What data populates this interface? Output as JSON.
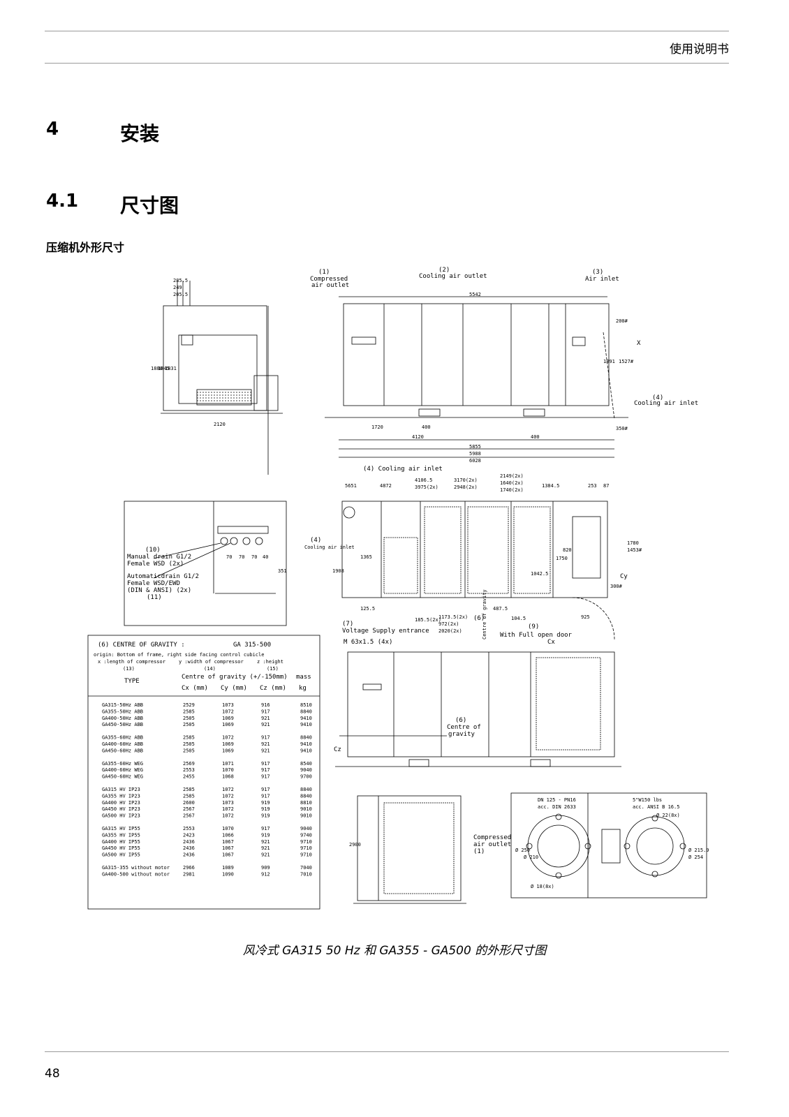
{
  "header": {
    "doc_title": "使用说明书"
  },
  "section": {
    "number": "4",
    "title": "安装"
  },
  "subsection": {
    "number": "4.1",
    "title": "尺寸图"
  },
  "subheading": "压缩机外形尺寸",
  "drawing": {
    "labels": {
      "compressed_air_outlet": [
        "(1)",
        "Compressed",
        "air outlet"
      ],
      "cooling_air_outlet": [
        "(2)",
        "Cooling air outlet"
      ],
      "air_inlet": [
        "(3)",
        "Air inlet"
      ],
      "cooling_air_inlet_side": [
        "(4)",
        "Cooling air inlet"
      ],
      "cooling_air_inlet_bottom": "(4) Cooling air inlet",
      "cooling_air_inlet_left": [
        "(4)",
        "Cooling air inlet"
      ],
      "voltage_supply": [
        "(7)",
        "Voltage Supply entrance"
      ],
      "cable_gland": "M 63x1.5  (4x)",
      "centre_gravity_top": [
        "(6)",
        "Centre of gravity"
      ],
      "centre_gravity_front": [
        "(6)",
        "Centre of",
        "gravity"
      ],
      "full_open_door": [
        "(9)",
        "With Full open door"
      ],
      "x_axis": "X",
      "manual_drain": [
        "(10)",
        "Manual drain G1/2",
        "Female   WSD  (2x)"
      ],
      "auto_drain": [
        "Automaticdrain G1/2",
        "Female    WSD/EWD",
        "(DIN & ANSI)  (2x)",
        "(11)"
      ],
      "flange_din": [
        "DN 125 - PN16",
        "acc. DIN 2633"
      ],
      "flange_ansi": [
        "5\"W150 lbs",
        "acc. ANSI B 16.5"
      ],
      "flange_outlet": [
        "Compressed",
        "air outlet",
        "(1)"
      ]
    },
    "dims_top": [
      "285.5",
      "249",
      "205.5",
      "1880",
      "1845",
      "1831",
      "2120"
    ],
    "dims_side": [
      "5542",
      "1720",
      "400",
      "4120",
      "400",
      "5855",
      "5988",
      "6028",
      "200#",
      "1891",
      "1527#",
      "350#"
    ],
    "dims_plan": [
      "5651",
      "4872",
      "4106.5",
      "3975(2x)",
      "3170(2x)",
      "2948(2x)",
      "2149(2x)",
      "1640(2x)",
      "1740(2x)",
      "1384.5",
      "253",
      "87",
      "1780",
      "1453#",
      "1908",
      "1365",
      "1750",
      "820",
      "1042.5",
      "300#",
      "125.5",
      "185.5(2x)",
      "1173.5(2x)",
      "972(2x)",
      "2020(2x)",
      "487.5",
      "104.5",
      "925",
      "351",
      "70",
      "70",
      "70",
      "40"
    ],
    "dims_flange": [
      "Ø 250",
      "Ø 210",
      "Ø 18(8x)",
      "Ø 22(8x)",
      "Ø 215.9",
      "Ø 254"
    ],
    "dims_misc": [
      "2900"
    ],
    "axes": {
      "cx": "Cx",
      "cy": "Cy",
      "cz": "Cz"
    }
  },
  "cog_table": {
    "title": "(6) CENTRE OF GRAVITY :",
    "model": "GA 315-500",
    "origin_note": "origin: Bottom of frame, right side facing control cubicle",
    "axis_notes": [
      "x :length of compressor",
      "y :width of compressor",
      "z :height"
    ],
    "col_refs": [
      "(13)",
      "(14)",
      "(15)"
    ],
    "group_header": "Centre of gravity (+/-150mm)",
    "mass_header": "mass",
    "headers": [
      "TYPE",
      "Cx (mm)",
      "Cy (mm)",
      "Cz (mm)",
      "kg"
    ],
    "groups": [
      [
        [
          "GA315-50Hz ABB",
          "2529",
          "1073",
          "916",
          "8510"
        ],
        [
          "GA355-50Hz ABB",
          "2585",
          "1072",
          "917",
          "8840"
        ],
        [
          "GA400-50Hz ABB",
          "2505",
          "1069",
          "921",
          "9410"
        ],
        [
          "GA450-50Hz ABB",
          "2505",
          "1069",
          "921",
          "9410"
        ]
      ],
      [
        [
          "GA355-60Hz ABB",
          "2585",
          "1072",
          "917",
          "8840"
        ],
        [
          "GA400-60Hz ABB",
          "2505",
          "1069",
          "921",
          "9410"
        ],
        [
          "GA450-60Hz ABB",
          "2505",
          "1069",
          "921",
          "9410"
        ]
      ],
      [
        [
          "GA355-60Hz WEG",
          "2569",
          "1071",
          "917",
          "8540"
        ],
        [
          "GA400-60Hz WEG",
          "2553",
          "1070",
          "917",
          "9040"
        ],
        [
          "GA450-60Hz WEG",
          "2455",
          "1068",
          "917",
          "9700"
        ]
      ],
      [
        [
          "GA315 HV IP23",
          "2585",
          "1072",
          "917",
          "8840"
        ],
        [
          "GA355 HV IP23",
          "2585",
          "1072",
          "917",
          "8840"
        ],
        [
          "GA400 HV IP23",
          "2600",
          "1073",
          "919",
          "8810"
        ],
        [
          "GA450 HV IP23",
          "2567",
          "1072",
          "919",
          "9010"
        ],
        [
          "GA500 HV IP23",
          "2567",
          "1072",
          "919",
          "9010"
        ]
      ],
      [
        [
          "GA315 HV IP55",
          "2553",
          "1070",
          "917",
          "9040"
        ],
        [
          "GA355 HV IP55",
          "2423",
          "1066",
          "919",
          "9740"
        ],
        [
          "GA400 HV IP55",
          "2436",
          "1067",
          "921",
          "9710"
        ],
        [
          "GA450 HV IP55",
          "2436",
          "1067",
          "921",
          "9710"
        ],
        [
          "GA500 HV IP55",
          "2436",
          "1067",
          "921",
          "9710"
        ]
      ],
      [
        [
          "GA315-355 without motor",
          "2966",
          "1089",
          "909",
          "7040"
        ],
        [
          "GA400-500 without motor",
          "2981",
          "1090",
          "912",
          "7010"
        ]
      ]
    ]
  },
  "caption": "风冷式 GA315 50 Hz 和 GA355 - GA500 的外形尺寸图",
  "footer": {
    "page_number": "48"
  }
}
